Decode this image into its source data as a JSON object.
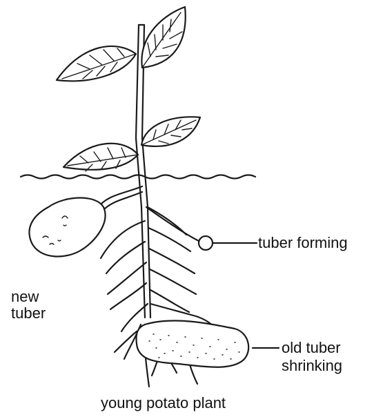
{
  "labels": {
    "tuber_forming": "tuber forming",
    "new_tuber_line1": "new",
    "new_tuber_line2": "tuber",
    "old_tuber_line1": "old tuber",
    "old_tuber_line2": "shrinking",
    "caption": "young potato plant"
  },
  "colors": {
    "ink": "#1a1a1a",
    "background": "#ffffff"
  }
}
